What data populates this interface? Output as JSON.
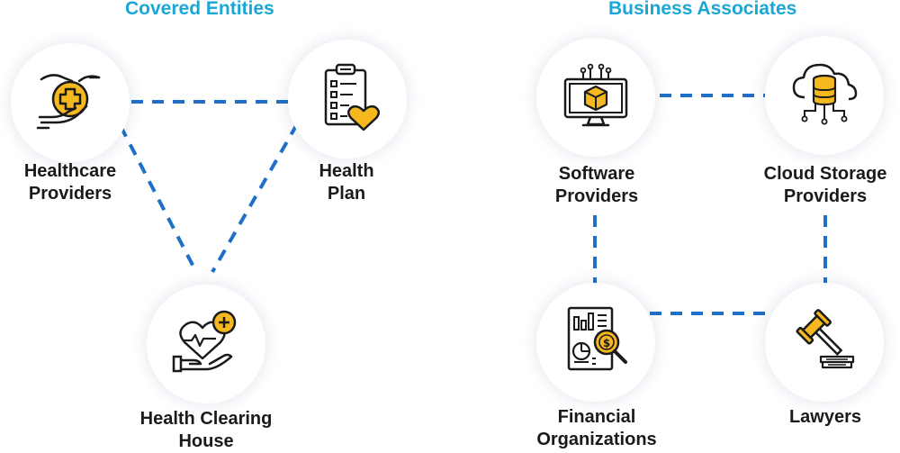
{
  "groups": {
    "covered": {
      "title": "Covered Entities"
    },
    "associates": {
      "title": "Business Associates"
    }
  },
  "nodes": {
    "healthcare_providers": {
      "line1": "Healthcare",
      "line2": "Providers",
      "icon": "care-hands-icon"
    },
    "health_plan": {
      "line1": "Health",
      "line2": "Plan",
      "icon": "clipboard-heart-icon"
    },
    "health_clearing_house": {
      "line1": "Health Clearing",
      "line2": "House",
      "icon": "heart-hand-icon"
    },
    "software_providers": {
      "line1": "Software",
      "line2": "Providers",
      "icon": "monitor-cube-icon"
    },
    "cloud_storage_providers": {
      "line1": "Cloud Storage",
      "line2": "Providers",
      "icon": "cloud-database-icon"
    },
    "financial_organizations": {
      "line1": "Financial",
      "line2": "Organizations",
      "icon": "financial-report-icon"
    },
    "lawyers": {
      "line1": "Lawyers",
      "icon": "gavel-icon"
    }
  },
  "colors": {
    "heading": "#1aa7d6",
    "connector": "#1e6fc8",
    "icon_accent": "#f5b81e",
    "icon_stroke": "#1a1a1a"
  }
}
